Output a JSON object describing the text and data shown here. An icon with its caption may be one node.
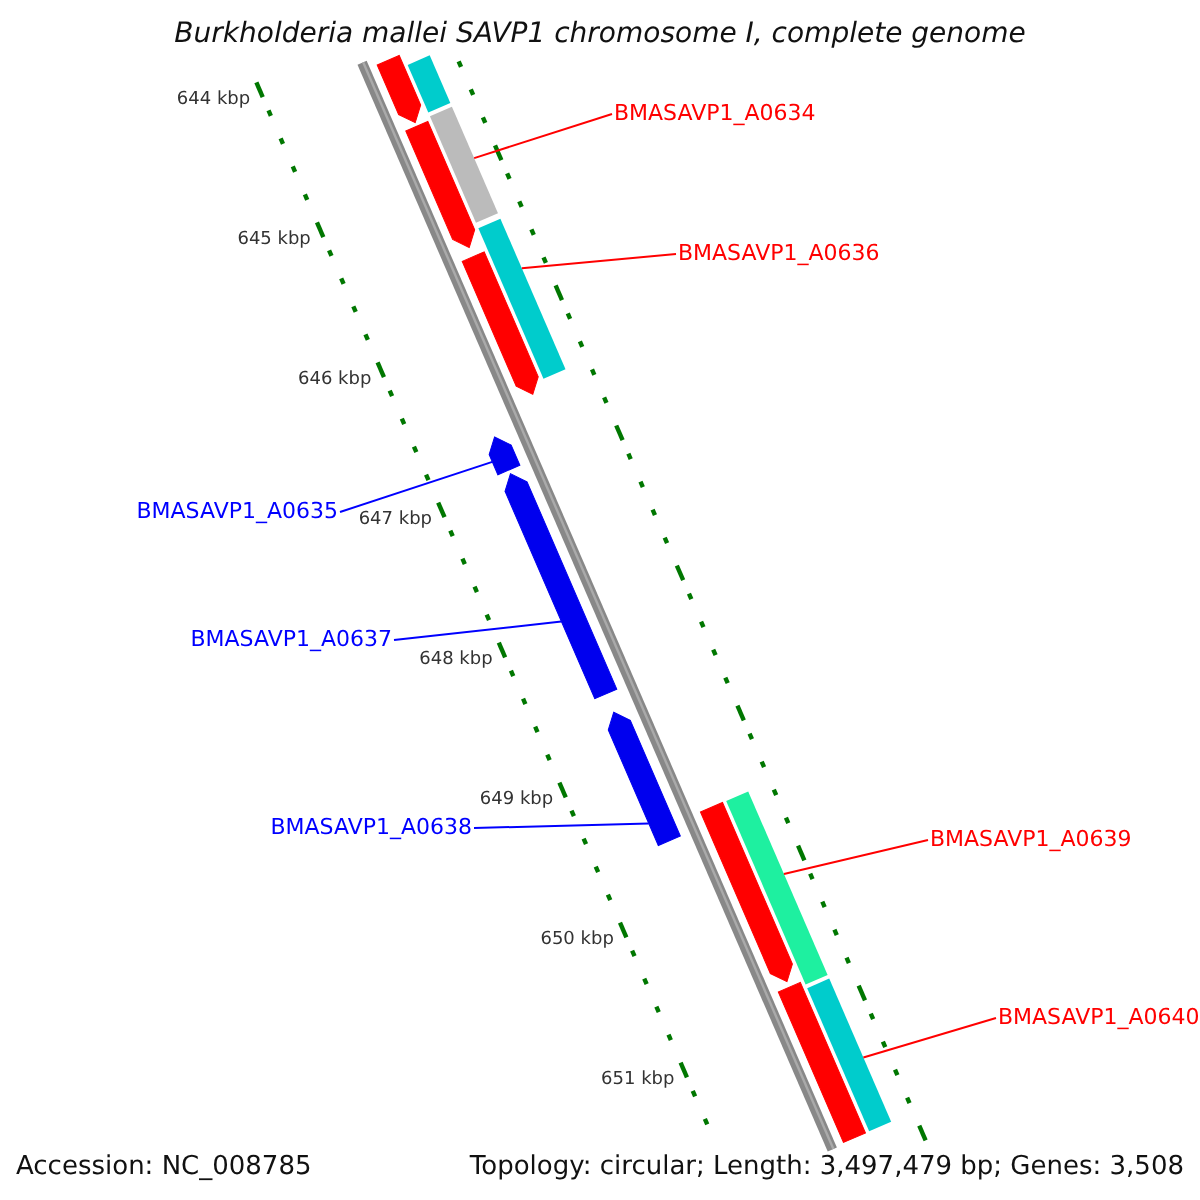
{
  "diagram": {
    "title": "Burkholderia mallei SAVP1 chromosome I, complete genome",
    "nodes": [
      {
        "text": [
          "BMASAVP1_A0634"
        ]
      },
      {
        "text": [
          "BMASAVP1_A0636"
        ]
      },
      {
        "text": [
          "BMASAVP1_A0635"
        ]
      },
      {
        "text": [
          "BMASAVP1_A0637"
        ]
      },
      {
        "text": [
          "BMASAVP1_A0638"
        ]
      },
      {
        "text": [
          "BMASAVP1_A0639"
        ]
      },
      {
        "text": [
          "BMASAVP1_A0640"
        ]
      },
      {
        "text": [],
        "shape": "pentagon"
      },
      {
        "text": [],
        "shape": "bar"
      },
      {
        "text": [],
        "shape": "pentagon"
      },
      {
        "text": [],
        "shape": "bar"
      },
      {
        "text": [],
        "shape": "pentagon"
      },
      {
        "text": [],
        "shape": "bar"
      },
      {
        "text": [],
        "shape": "pentagon"
      },
      {
        "text": [],
        "shape": "pentagon"
      },
      {
        "text": [],
        "shape": "pentagon"
      },
      {
        "text": [],
        "shape": "pentagon"
      },
      {
        "text": [],
        "shape": "bar"
      },
      {
        "text": [],
        "shape": "pentagon"
      },
      {
        "text": [],
        "shape": "bar"
      }
    ],
    "edges": [
      {
        "from": 0,
        "to": 10,
        "arrow": "none"
      },
      {
        "from": 1,
        "to": 12,
        "arrow": "none"
      },
      {
        "from": 2,
        "to": 13,
        "arrow": "none",
        "color": "#0000ff"
      },
      {
        "from": 3,
        "to": 14,
        "arrow": "none",
        "color": "#0000ff"
      },
      {
        "from": 4,
        "to": 15,
        "arrow": "none",
        "color": "#0000ff"
      },
      {
        "from": 5,
        "to": 17,
        "arrow": "none"
      },
      {
        "from": 6,
        "to": 19,
        "arrow": "none"
      }
    ],
    "labels": [
      "644 kbp",
      "645 kbp",
      "646 kbp",
      "647 kbp",
      "648 kbp",
      "649 kbp",
      "650 kbp",
      "651 kbp",
      "Accession: NC_008785",
      "Topology: circular; Length: 3,497,479 bp; Genes: 3,508"
    ]
  }
}
